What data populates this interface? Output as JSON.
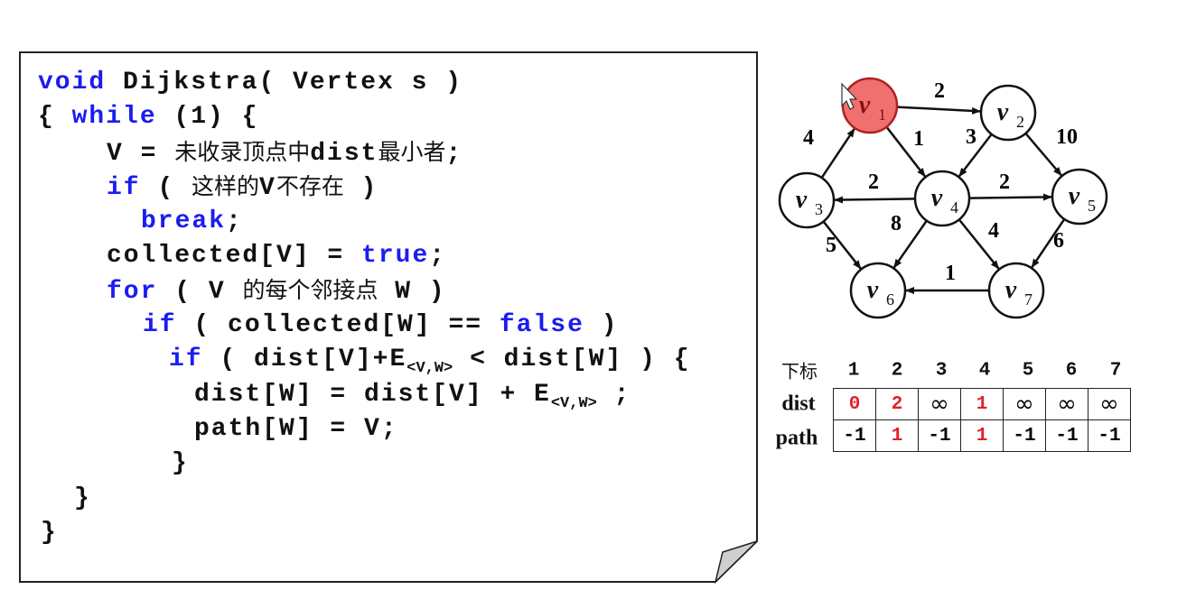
{
  "code": {
    "lines": [
      [
        {
          "t": "void",
          "k": 1
        },
        {
          "t": " Dijkstra( Vertex s )"
        }
      ],
      [
        {
          "t": "{ "
        },
        {
          "t": "while",
          "k": 1
        },
        {
          "t": " (1) {"
        }
      ],
      [
        {
          "t": "V = "
        },
        {
          "t": "未收录顶点中",
          "c": 1
        },
        {
          "t": "dist"
        },
        {
          "t": "最小者",
          "c": 1
        },
        {
          "t": ";"
        }
      ],
      [
        {
          "t": "if",
          "k": 1
        },
        {
          "t": " ( "
        },
        {
          "t": "这样的",
          "c": 1
        },
        {
          "t": "V"
        },
        {
          "t": "不存在",
          "c": 1
        },
        {
          "t": " )"
        }
      ],
      [
        {
          "t": "break",
          "k": 1
        },
        {
          "t": ";"
        }
      ],
      [
        {
          "t": "collected[V] = "
        },
        {
          "t": "true",
          "k": 1
        },
        {
          "t": ";"
        }
      ],
      [
        {
          "t": "for",
          "k": 1
        },
        {
          "t": " ( V "
        },
        {
          "t": "的每个邻接点",
          "c": 1
        },
        {
          "t": " W )"
        }
      ],
      [
        {
          "t": "if",
          "k": 1
        },
        {
          "t": " ( collected[W] == "
        },
        {
          "t": "false",
          "k": 1
        },
        {
          "t": " )"
        }
      ],
      [
        {
          "t": "if",
          "k": 1
        },
        {
          "t": " ( dist[V]+E"
        },
        {
          "t": "<V,W>",
          "s": 1
        },
        {
          "t": " < dist[W] ) {"
        }
      ],
      [
        {
          "t": "dist[W] = dist[V] + E"
        },
        {
          "t": "<V,W>",
          "s": 1
        },
        {
          "t": " ;"
        }
      ],
      [
        {
          "t": "path[W] = V;"
        }
      ],
      [
        {
          "t": "}"
        }
      ],
      [
        {
          "t": "}"
        }
      ],
      [
        {
          "t": "}"
        }
      ]
    ]
  },
  "graph": {
    "nodes": [
      {
        "id": "v1",
        "label": "v",
        "sub": "1",
        "highlighted": true
      },
      {
        "id": "v2",
        "label": "v",
        "sub": "2"
      },
      {
        "id": "v3",
        "label": "v",
        "sub": "3"
      },
      {
        "id": "v4",
        "label": "v",
        "sub": "4"
      },
      {
        "id": "v5",
        "label": "v",
        "sub": "5"
      },
      {
        "id": "v6",
        "label": "v",
        "sub": "6"
      },
      {
        "id": "v7",
        "label": "v",
        "sub": "7"
      }
    ],
    "edges": [
      {
        "from": "v1",
        "to": "v2",
        "weight": "2"
      },
      {
        "from": "v1",
        "to": "v4",
        "weight": "1"
      },
      {
        "from": "v2",
        "to": "v4",
        "weight": "3"
      },
      {
        "from": "v2",
        "to": "v5",
        "weight": "10"
      },
      {
        "from": "v3",
        "to": "v1",
        "weight": "4"
      },
      {
        "from": "v4",
        "to": "v3",
        "weight": "2"
      },
      {
        "from": "v4",
        "to": "v5",
        "weight": "2"
      },
      {
        "from": "v4",
        "to": "v6",
        "weight": "8"
      },
      {
        "from": "v4",
        "to": "v7",
        "weight": "4"
      },
      {
        "from": "v3",
        "to": "v6",
        "weight": "5"
      },
      {
        "from": "v5",
        "to": "v7",
        "weight": "6"
      },
      {
        "from": "v7",
        "to": "v6",
        "weight": "1"
      }
    ],
    "highlight_color": "#f07070"
  },
  "table": {
    "index_label": "下标",
    "indices": [
      "1",
      "2",
      "3",
      "4",
      "5",
      "6",
      "7"
    ],
    "dist_label": "dist",
    "path_label": "path",
    "dist": [
      {
        "v": "0",
        "updated": true
      },
      {
        "v": "2",
        "updated": true
      },
      {
        "v": "∞"
      },
      {
        "v": "1",
        "updated": true
      },
      {
        "v": "∞"
      },
      {
        "v": "∞"
      },
      {
        "v": "∞"
      }
    ],
    "path": [
      {
        "v": "-1"
      },
      {
        "v": "1",
        "updated": true
      },
      {
        "v": "-1"
      },
      {
        "v": "1",
        "updated": true
      },
      {
        "v": "-1"
      },
      {
        "v": "-1"
      },
      {
        "v": "-1"
      }
    ]
  }
}
